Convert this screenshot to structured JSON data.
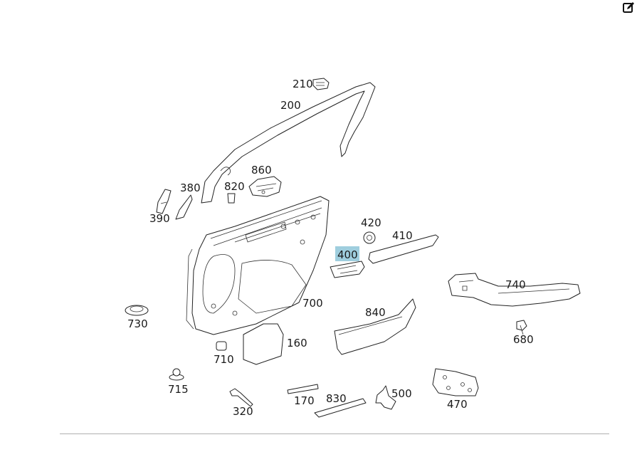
{
  "toolbar": {
    "edit_icon": "edit-icon"
  },
  "diagram": {
    "selected": "400",
    "labels": {
      "p210": "210",
      "p200": "200",
      "p860": "860",
      "p380": "380",
      "p820": "820",
      "p390": "390",
      "p420": "420",
      "p410": "410",
      "p400": "400",
      "p740": "740",
      "p700": "700",
      "p840": "840",
      "p730": "730",
      "p680": "680",
      "p160": "160",
      "p710": "710",
      "p715": "715",
      "p500": "500",
      "p470": "470",
      "p170": "170",
      "p830": "830",
      "p320": "320"
    }
  }
}
